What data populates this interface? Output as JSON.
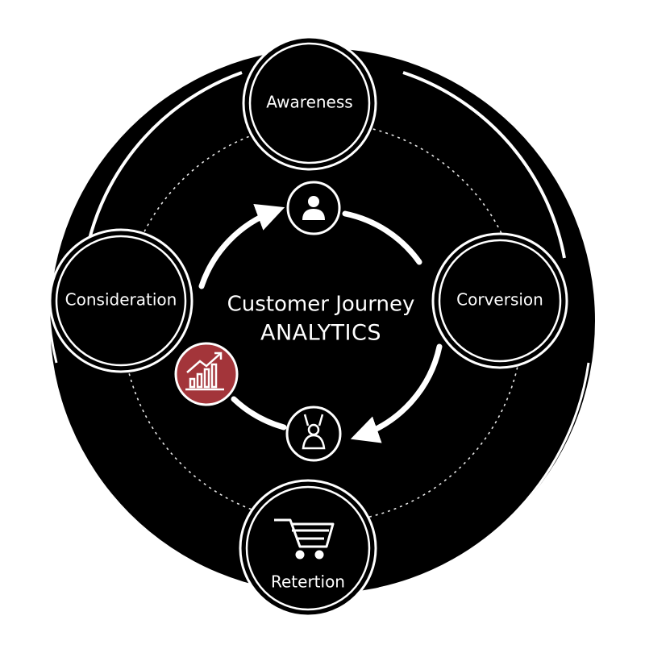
{
  "diagram": {
    "center": {
      "title": "Customer Journey",
      "subtitle": "ANALYTICS"
    },
    "stages": {
      "top": "Awareness",
      "left": "Consideration",
      "right": "Corversion",
      "bottom": "Retertion"
    },
    "icons": {
      "top_inner": "user-icon",
      "bottom_inner": "person-bunny-icon",
      "analytics": "bar-chart-growth-icon",
      "cart": "shopping-cart-icon"
    },
    "colors": {
      "background": "#000000",
      "stroke": "#ffffff",
      "accent": "#a3353a"
    }
  }
}
